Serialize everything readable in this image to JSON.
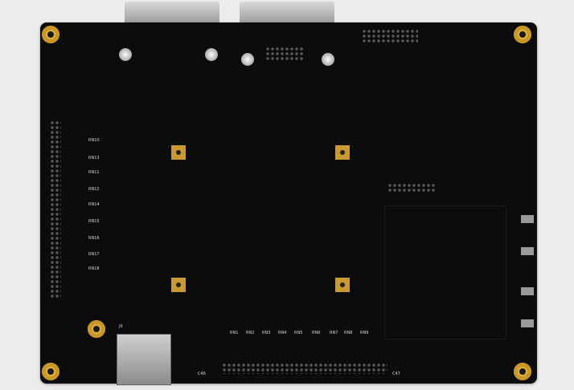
{
  "silkscreen": {
    "left_labels": [
      "RN10",
      "RN13",
      "RN11",
      "RN12",
      "RN14",
      "RN15",
      "RN16",
      "RN17",
      "RN18"
    ],
    "bottom_labels": [
      "RN1",
      "RN2",
      "RN3",
      "RN4",
      "RN5",
      "RN6",
      "RN7",
      "RN8",
      "RN9"
    ],
    "corner_labels": {
      "c46": "C46",
      "c47": "C47",
      "j6": "J6"
    }
  },
  "colors": {
    "board": "#0c0c0c",
    "gold": "#e0b33a",
    "background": "#ececec"
  }
}
